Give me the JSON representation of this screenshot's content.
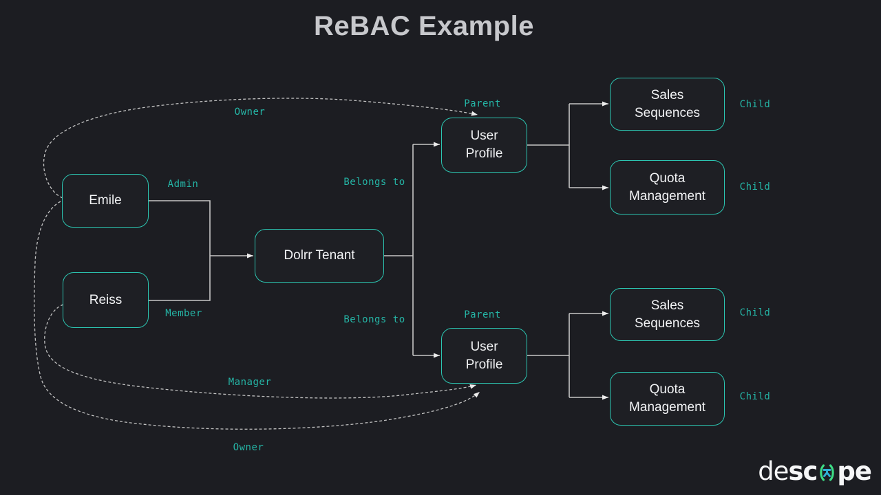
{
  "title": "ReBAC Example",
  "colors": {
    "background": "#1c1d22",
    "accent": "#2cc6b2",
    "label": "#25b5a6",
    "node-text": "#f2f3f5",
    "title-text": "#c7c8cc",
    "line": "#c6c6c6",
    "arrow": "#ececec",
    "logo-green": "#3ddc84",
    "logo-blue": "#2fb1d4"
  },
  "nodes": {
    "emile": "Emile",
    "reiss": "Reiss",
    "dolrr_tenant": "Dolrr Tenant",
    "user_profile_top": "User Profile",
    "sales_sequences_top": "Sales Sequences",
    "quota_management_top": "Quota Management",
    "user_profile_bottom": "User Profile",
    "sales_sequences_bottom": "Sales Sequences",
    "quota_management_bottom": "Quota Management"
  },
  "edge_labels": {
    "owner_top": "Owner",
    "admin": "Admin",
    "member": "Member",
    "manager": "Manager",
    "owner_bottom": "Owner",
    "belongs_to_top": "Belongs to",
    "belongs_to_bottom": "Belongs to",
    "parent_top": "Parent",
    "parent_bottom": "Parent",
    "child_top_1": "Child",
    "child_top_2": "Child",
    "child_bottom_1": "Child",
    "child_bottom_2": "Child"
  },
  "logo": {
    "part1": "de",
    "part2": "sc",
    "part3": "pe"
  }
}
